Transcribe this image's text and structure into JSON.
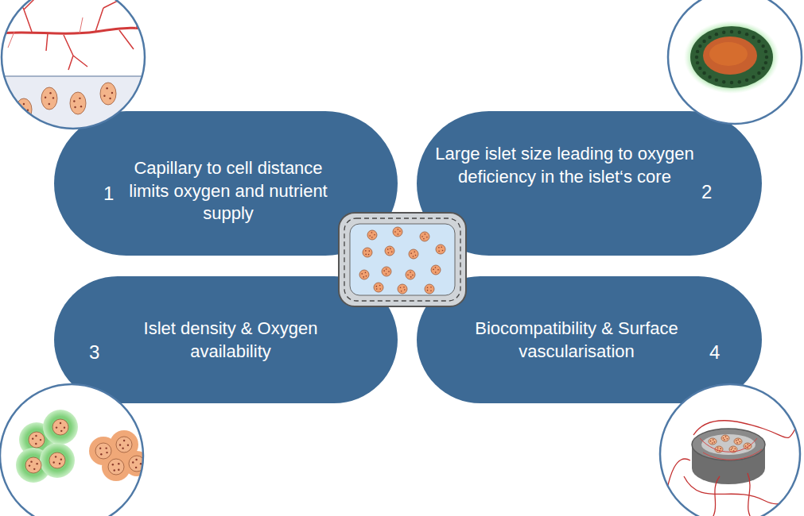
{
  "diagram": {
    "nodes": [
      {
        "text": [
          "Capillary to cell distance limits oxygen and nutrient supply",
          "1"
        ]
      },
      {
        "text": [
          "Large islet size leading to oxygen deficiency in the islet‘s core",
          "2"
        ]
      },
      {
        "text": [
          "Islet density & Oxygen availability",
          "3"
        ]
      },
      {
        "text": [
          "Biocompatibility & Surface vascularisation",
          "4"
        ]
      }
    ]
  }
}
